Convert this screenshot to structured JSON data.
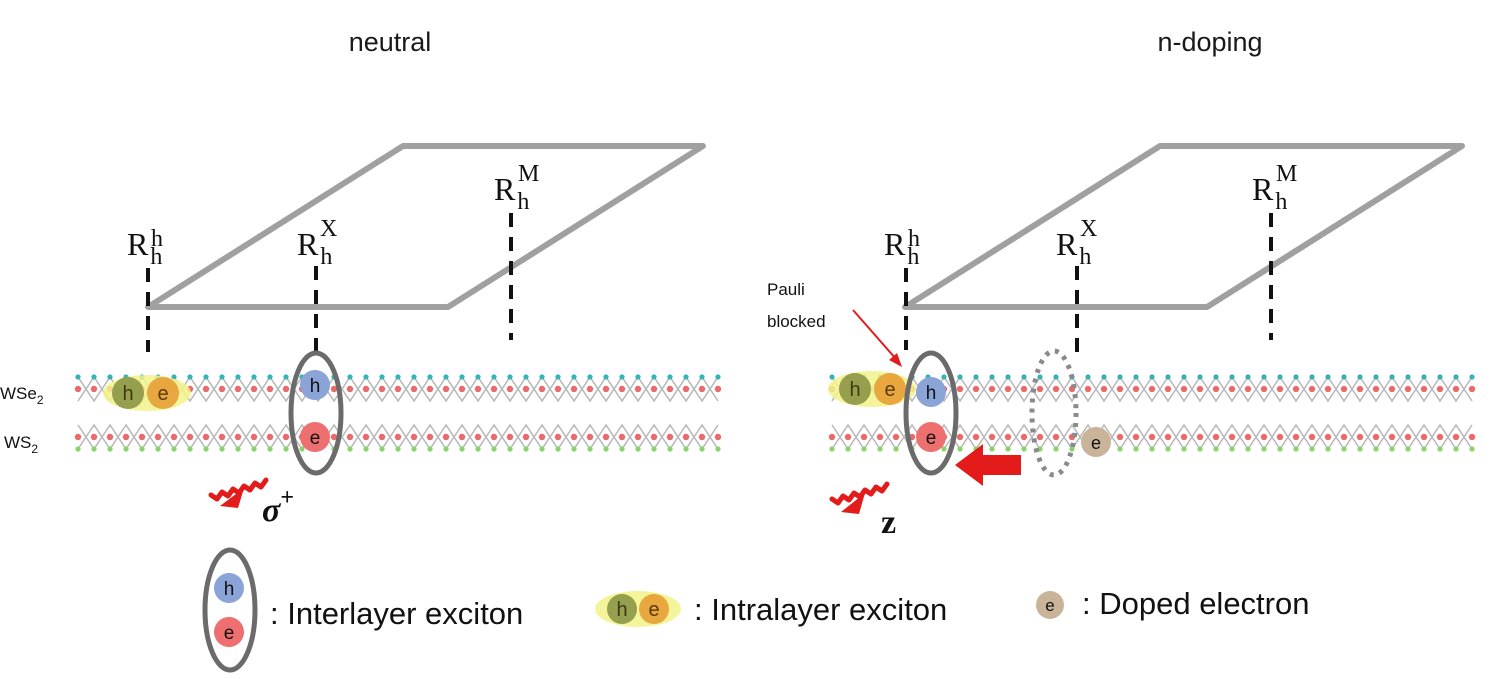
{
  "panels": [
    {
      "title": "neutral",
      "sites": [
        {
          "base": "R",
          "sub": "h",
          "sup": "h"
        },
        {
          "base": "R",
          "sub": "h",
          "sup": "X"
        },
        {
          "base": "R",
          "sub": "h",
          "sup": "M"
        }
      ],
      "layers": [
        {
          "name": "WSe",
          "subscript": "2"
        },
        {
          "name": "WS",
          "subscript": "2"
        }
      ],
      "polarization": {
        "symbol": "σ",
        "superscript": "+"
      }
    },
    {
      "title": "n-doping",
      "sites": [
        {
          "base": "R",
          "sub": "h",
          "sup": "h"
        },
        {
          "base": "R",
          "sub": "h",
          "sup": "X"
        },
        {
          "base": "R",
          "sub": "h",
          "sup": "M"
        }
      ],
      "annotation_line1": "Pauli",
      "annotation_line2": "blocked",
      "polarization": {
        "symbol": "z"
      }
    }
  ],
  "particles": {
    "hole": "h",
    "electron": "e"
  },
  "legend": {
    "interlayer": ": Interlayer exciton",
    "intralayer": ": Intralayer exciton",
    "doped": ": Doped electron"
  },
  "colors": {
    "hole": "#8aa4d8",
    "electron": "#ee6f6f",
    "intra_hole": "#8f9a4a",
    "intra_electron": "#e8a23a",
    "intra_glow": "#f2f28a",
    "doped_electron": "#c9b49a",
    "arrow": "#e31b1b",
    "frame": "#a0a0a0",
    "exciton_ring": "#6b6b6b",
    "lattice_bond": "#b8b8b8",
    "wse2_metal": "#e86a6a",
    "wse2_chalcogen": "#36b3b3",
    "ws2_metal": "#e86a6a",
    "ws2_chalcogen": "#8ad36a"
  }
}
